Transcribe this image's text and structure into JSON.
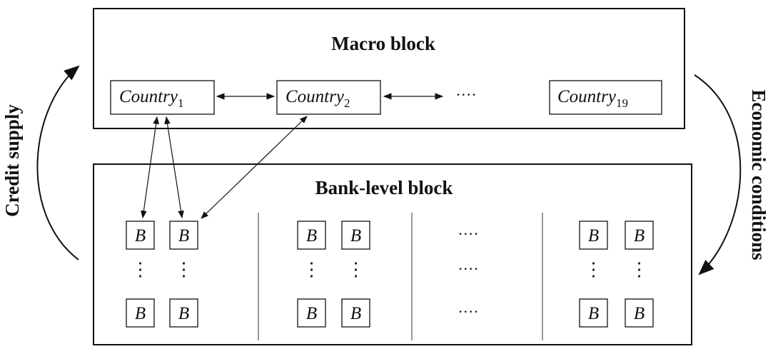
{
  "macro": {
    "title": "Macro block",
    "countries": [
      {
        "name": "Country",
        "sub": "1"
      },
      {
        "name": "Country",
        "sub": "2"
      },
      {
        "name": "Country",
        "sub": "19"
      }
    ],
    "ellipsis": "····"
  },
  "bank": {
    "title": "Bank-level block",
    "bank_label": "B",
    "ellipsis": "····",
    "vdots": "⋮"
  },
  "sides": {
    "left": "Credit supply",
    "right": "Economic conditions"
  }
}
